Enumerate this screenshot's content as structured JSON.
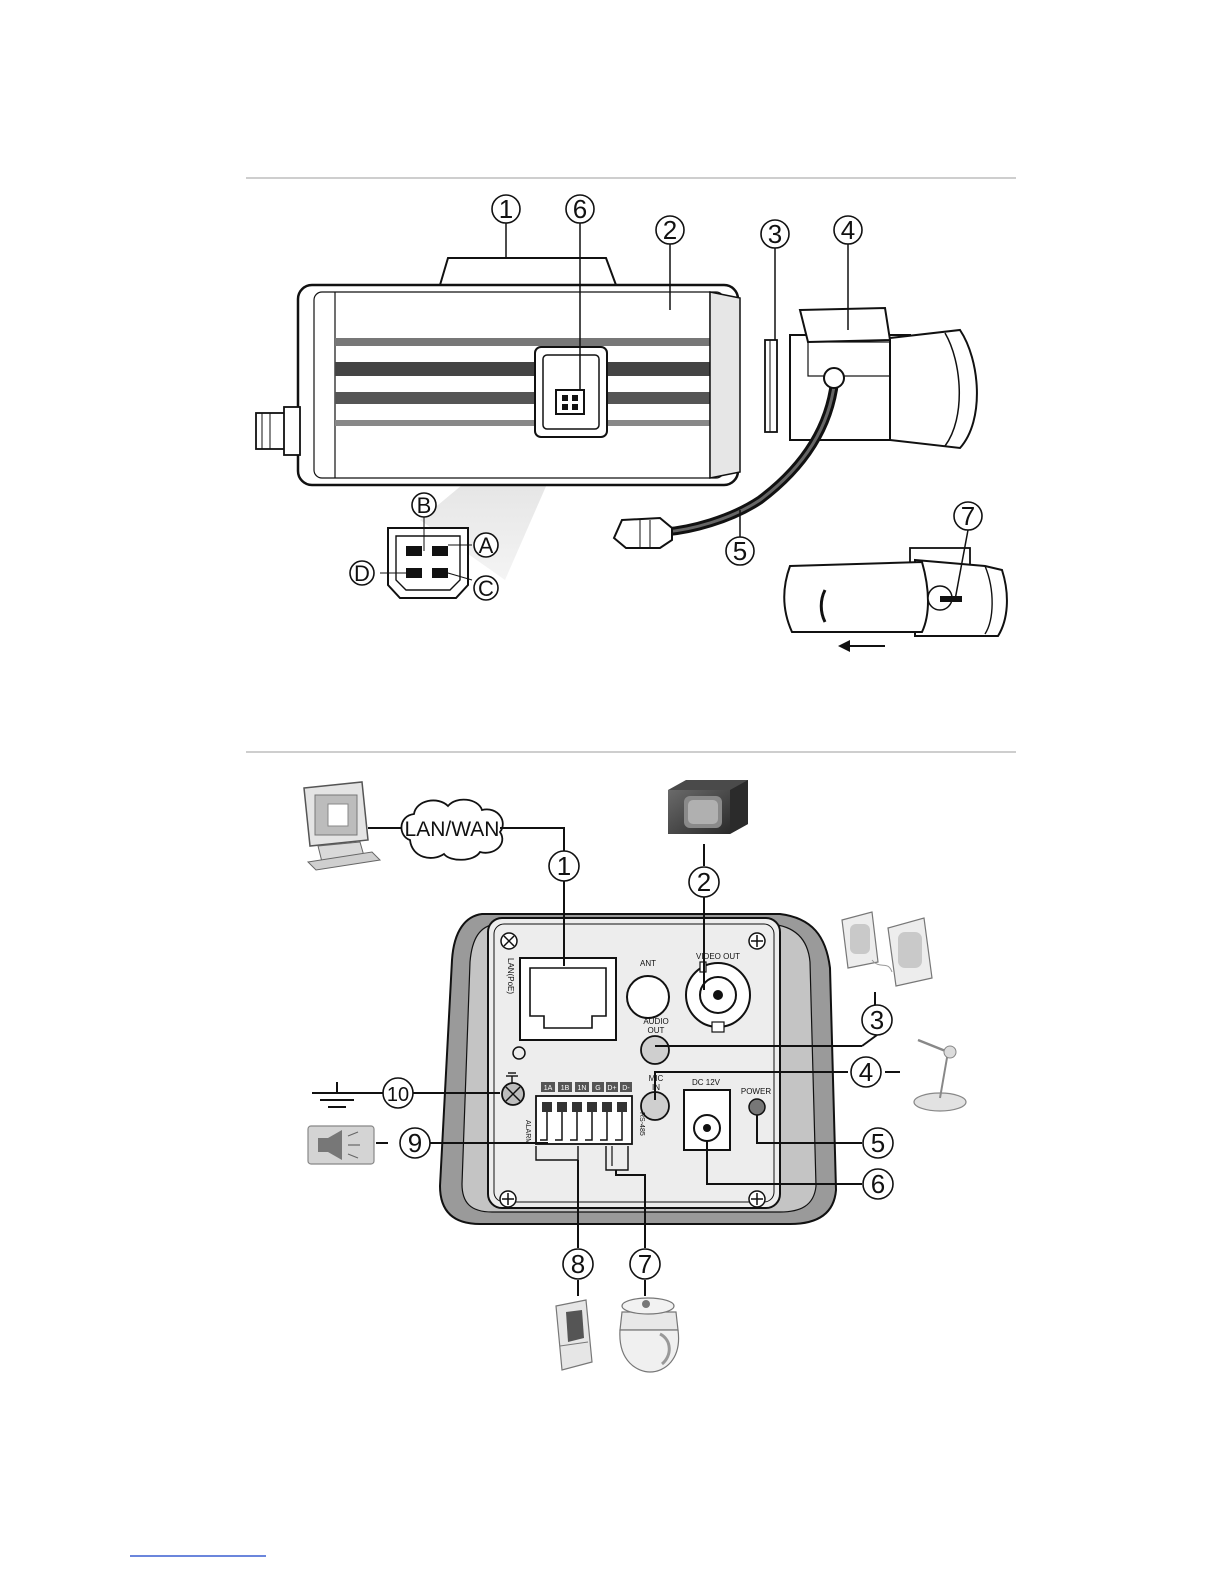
{
  "figure1": {
    "callouts": [
      "1",
      "6",
      "2",
      "3",
      "4",
      "5",
      "7"
    ],
    "pins": [
      "B",
      "A",
      "D",
      "C"
    ]
  },
  "figure2": {
    "callouts": [
      "1",
      "2",
      "3",
      "4",
      "5",
      "6",
      "7",
      "8",
      "9",
      "10"
    ],
    "cloud_label": "LAN/WAN",
    "panel_labels": {
      "lan": "LAN(PoE)",
      "ant": "ANT",
      "video_out": "VIDEO OUT",
      "audio_out_1": "AUDIO",
      "audio_out_2": "OUT",
      "mic_in_1": "MIC",
      "mic_in_2": "IN",
      "dc": "DC 12V",
      "power": "POWER",
      "alarm": "ALARM",
      "rs485": "RS-485",
      "terminals": [
        "1A",
        "1B",
        "1N",
        "G",
        "D+",
        "D-"
      ]
    }
  }
}
